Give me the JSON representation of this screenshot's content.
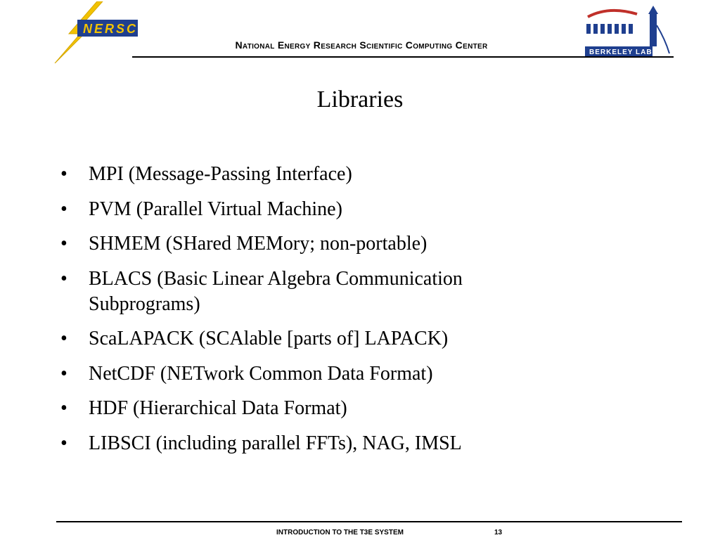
{
  "header": {
    "left_logo": {
      "name": "nersc-logo",
      "text": "NERSC",
      "colors": {
        "lightning": "#f2c200",
        "box": "#1f3f8f"
      }
    },
    "title": "National Energy Research Scientific Computing Center",
    "right_logo": {
      "name": "berkeley-lab-logo",
      "text": "BERKELEY LAB",
      "colors": {
        "arc": "#c0302a",
        "tower": "#1f3f8f",
        "box": "#1f3f8f"
      }
    }
  },
  "slide": {
    "title": "Libraries",
    "bullets": [
      "MPI (Message-Passing Interface)",
      "PVM (Parallel Virtual Machine)",
      "SHMEM (SHared MEMory; non-portable)",
      "BLACS (Basic Linear Algebra Communication Subprograms)",
      "ScaLAPACK (SCAlable [parts of] LAPACK)",
      "NetCDF (NETwork Common Data Format)",
      "HDF (Hierarchical Data Format)",
      "LIBSCI (including parallel FFTs), NAG, IMSL"
    ]
  },
  "footer": {
    "text": "INTRODUCTION TO THE T3E SYSTEM",
    "page": "13"
  }
}
